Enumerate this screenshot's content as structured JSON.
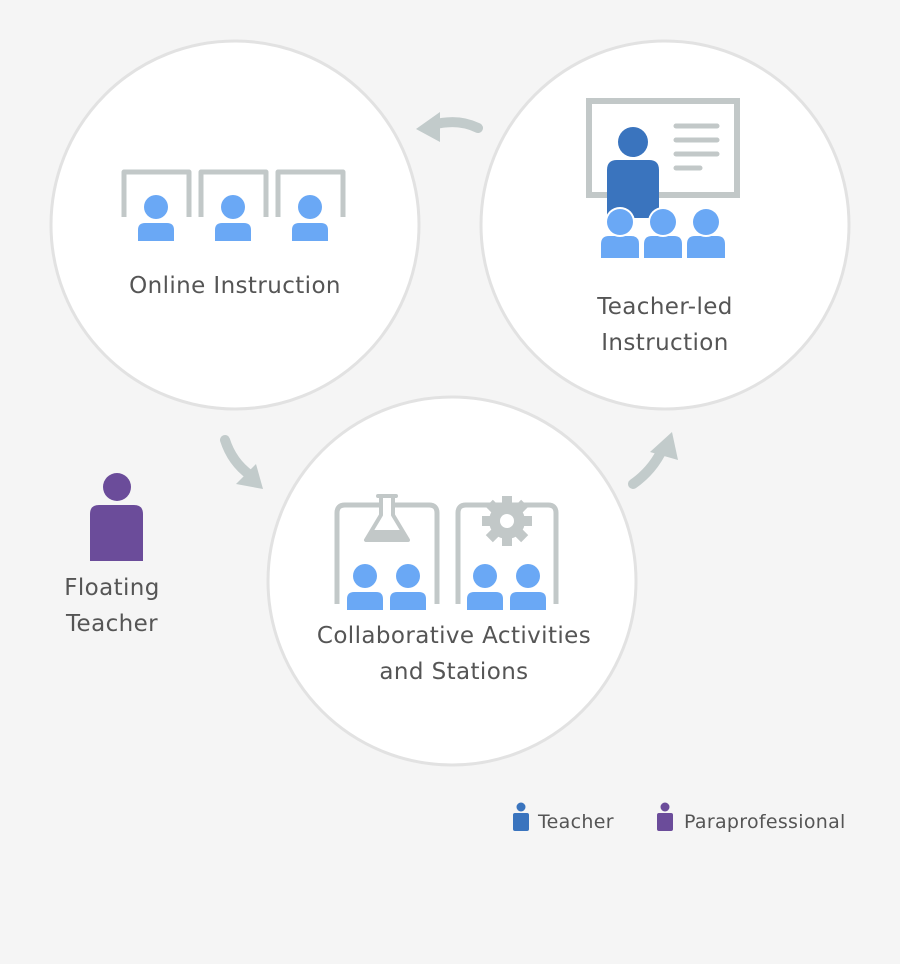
{
  "stations": {
    "online": {
      "label": "Online Instruction"
    },
    "teacher_led": {
      "label_line1": "Teacher-led",
      "label_line2": "Instruction"
    },
    "collaborative": {
      "label_line1": "Collaborative Activities",
      "label_line2": "and Stations"
    }
  },
  "floating_teacher": {
    "label_line1": "Floating",
    "label_line2": "Teacher"
  },
  "legend": {
    "teacher": {
      "label": "Teacher",
      "color": "#3a74be"
    },
    "paraprofessional": {
      "label": "Paraprofessional",
      "color": "#6b4c9a"
    }
  },
  "colors": {
    "background": "#f5f5f5",
    "circle_fill": "#ffffff",
    "circle_stroke": "#e2e2e2",
    "monitor_gray": "#c2c8c8",
    "student_blue": "#6aa8f5",
    "teacher_blue": "#3a74be",
    "paraprofessional_purple": "#6b4c9a",
    "arrow_gray": "#c2cbcb",
    "text": "#555555"
  }
}
